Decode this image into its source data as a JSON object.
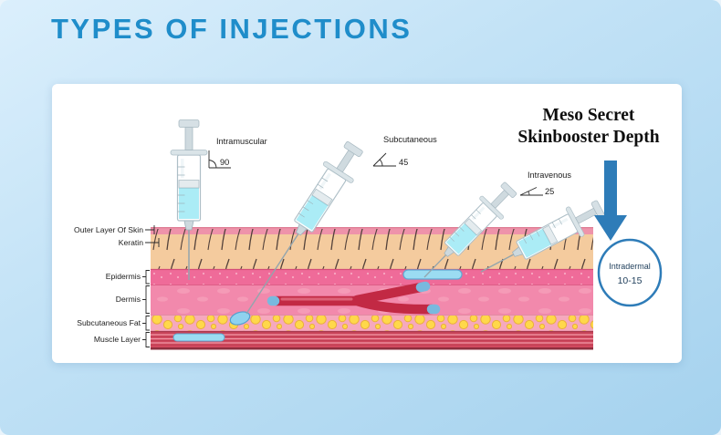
{
  "page": {
    "title": "TYPES OF INJECTIONS"
  },
  "headline": {
    "line1": "Meso Secret",
    "line2": "Skinbooster Depth"
  },
  "injections": [
    {
      "name": "Intramuscular",
      "angle": "90"
    },
    {
      "name": "Subcutaneous",
      "angle": "45"
    },
    {
      "name": "Intravenous",
      "angle": "25"
    },
    {
      "name": "Intradermal",
      "angle": "10-15"
    }
  ],
  "skin_layers": [
    {
      "label": "Outer Layer Of Skin"
    },
    {
      "label": "Keratin"
    },
    {
      "label": "Epidermis"
    },
    {
      "label": "Dermis"
    },
    {
      "label": "Subcutaneous Fat"
    },
    {
      "label": "Muscle Layer"
    }
  ],
  "colors": {
    "accent_blue": "#2e7cb8",
    "title_blue": "#1f8dca"
  }
}
